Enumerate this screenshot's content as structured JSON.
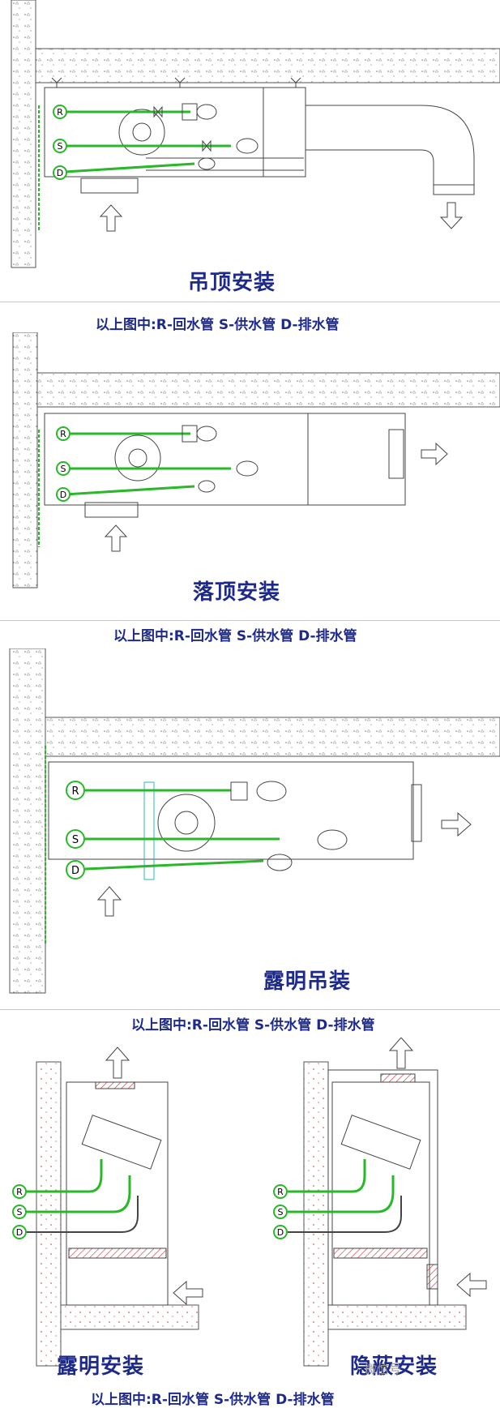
{
  "panels": [
    {
      "title": "吊顶安装",
      "legend": "以上图中:R-回水管   S-供水管    D-排水管"
    },
    {
      "title": "落顶安装",
      "legend": "以上图中:R-回水管   S-供水管    D-排水管"
    },
    {
      "title": "露明吊装",
      "legend": "以上图中:R-回水管   S-供水管    D-排水管"
    }
  ],
  "bottom": {
    "left_title": "露明安装",
    "right_title": "隐蔽安装",
    "legend": "以上图中:R-回水管   S-供水管    D-排水管"
  },
  "pipe_labels": {
    "r": "R",
    "s": "S",
    "d": "D"
  },
  "watermark": "微信号",
  "colors": {
    "pipe": "#29b829",
    "title": "#1e2a8a",
    "concrete_dot": "#777777",
    "hatch_red": "#c0303a"
  }
}
